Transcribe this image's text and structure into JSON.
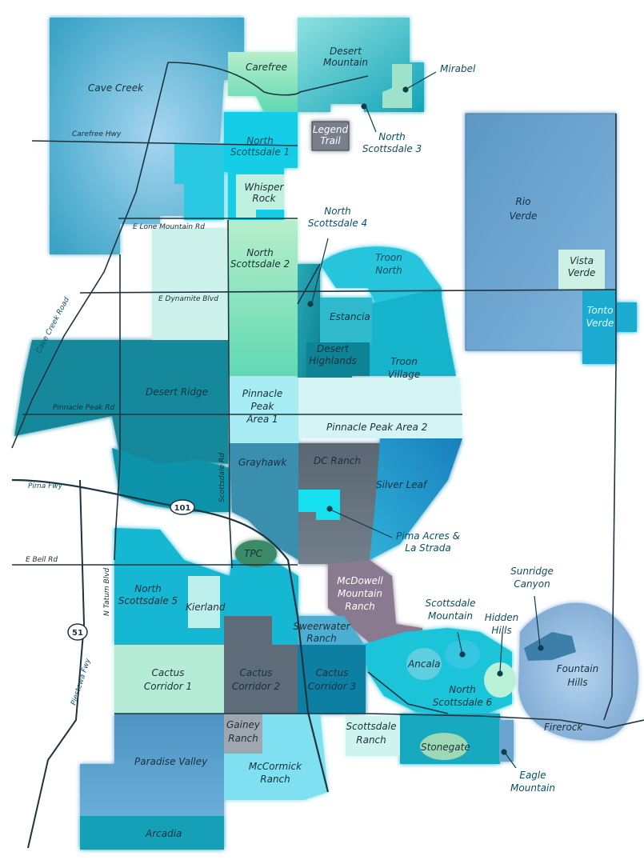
{
  "regions": [
    {
      "key": "cave_creek",
      "lines": [
        "Cave Creek"
      ]
    },
    {
      "key": "carefree",
      "lines": [
        "Carefree"
      ]
    },
    {
      "key": "desert_mountain",
      "lines": [
        "Desert",
        "Mountain"
      ]
    },
    {
      "key": "mirabel",
      "lines": [
        "Mirabel"
      ]
    },
    {
      "key": "legend_trail",
      "lines": [
        "Legend",
        "Trail"
      ]
    },
    {
      "key": "north_scottsdale_3",
      "lines": [
        "North",
        "Scottsdale 3"
      ]
    },
    {
      "key": "north_scottsdale_1",
      "lines": [
        "North",
        "Scottsdale 1"
      ]
    },
    {
      "key": "whisper_rock",
      "lines": [
        "Whisper",
        "Rock"
      ]
    },
    {
      "key": "rio_verde",
      "lines": [
        "Rio",
        "Verde"
      ]
    },
    {
      "key": "north_scottsdale_4",
      "lines": [
        "North",
        "Scottsdale 4"
      ]
    },
    {
      "key": "north_scottsdale_2",
      "lines": [
        "North",
        "Scottsdale 2"
      ]
    },
    {
      "key": "troon_north",
      "lines": [
        "Troon",
        "North"
      ]
    },
    {
      "key": "vista_verde",
      "lines": [
        "Vista",
        "Verde"
      ]
    },
    {
      "key": "tonto_verde",
      "lines": [
        "Tonto",
        "Verde"
      ]
    },
    {
      "key": "estancia",
      "lines": [
        "Estancia"
      ]
    },
    {
      "key": "desert_highlands",
      "lines": [
        "Desert",
        "Highlands"
      ]
    },
    {
      "key": "troon_village",
      "lines": [
        "Troon",
        "Village"
      ]
    },
    {
      "key": "desert_ridge",
      "lines": [
        "Desert Ridge"
      ]
    },
    {
      "key": "pinnacle_peak_area_1",
      "lines": [
        "Pinnacle",
        "Peak",
        "Area 1"
      ]
    },
    {
      "key": "pinnacle_peak_area_2",
      "lines": [
        "Pinnacle Peak Area 2"
      ]
    },
    {
      "key": "grayhawk",
      "lines": [
        "Grayhawk"
      ]
    },
    {
      "key": "dc_ranch",
      "lines": [
        "DC Ranch"
      ]
    },
    {
      "key": "silver_leaf",
      "lines": [
        "Silver Leaf"
      ]
    },
    {
      "key": "pima_acres",
      "lines": [
        "Pima Acres &",
        "La Strada"
      ]
    },
    {
      "key": "tpc",
      "lines": [
        "TPC"
      ]
    },
    {
      "key": "mcdowell_mountain_ranch",
      "lines": [
        "McDowell",
        "Mountain",
        "Ranch"
      ]
    },
    {
      "key": "sunridge_canyon",
      "lines": [
        "Sunridge",
        "Canyon"
      ]
    },
    {
      "key": "north_scottsdale_5",
      "lines": [
        "North",
        "Scottsdale 5"
      ]
    },
    {
      "key": "kierland",
      "lines": [
        "Kierland"
      ]
    },
    {
      "key": "scottsdale_mountain",
      "lines": [
        "Scottsdale",
        "Mountain"
      ]
    },
    {
      "key": "hidden_hills",
      "lines": [
        "Hidden",
        "Hills"
      ]
    },
    {
      "key": "sweerwater_ranch",
      "lines": [
        "Sweerwater",
        "Ranch"
      ]
    },
    {
      "key": "ancala",
      "lines": [
        "Ancala"
      ]
    },
    {
      "key": "fountain_hills",
      "lines": [
        "Fountain",
        "Hills"
      ]
    },
    {
      "key": "cactus_corridor_1",
      "lines": [
        "Cactus",
        "Corridor 1"
      ]
    },
    {
      "key": "cactus_corridor_2",
      "lines": [
        "Cactus",
        "Corridor 2"
      ]
    },
    {
      "key": "cactus_corridor_3",
      "lines": [
        "Cactus",
        "Corridor 3"
      ]
    },
    {
      "key": "north_scottsdale_6",
      "lines": [
        "North",
        "Scottsdale 6"
      ]
    },
    {
      "key": "firerock",
      "lines": [
        "Firerock"
      ]
    },
    {
      "key": "gainey_ranch",
      "lines": [
        "Gainey",
        "Ranch"
      ]
    },
    {
      "key": "scottsdale_ranch",
      "lines": [
        "Scottsdale",
        "Ranch"
      ]
    },
    {
      "key": "stonegate",
      "lines": [
        "Stonegate"
      ]
    },
    {
      "key": "paradise_valley",
      "lines": [
        "Paradise Valley"
      ]
    },
    {
      "key": "mccormick_ranch",
      "lines": [
        "McCormick",
        "Ranch"
      ]
    },
    {
      "key": "eagle_mountain",
      "lines": [
        "Eagle",
        "Mountain"
      ]
    },
    {
      "key": "arcadia",
      "lines": [
        "Arcadia"
      ]
    }
  ],
  "roads": [
    {
      "key": "carefree_hwy",
      "label": "Carefree Hwy"
    },
    {
      "key": "lone_mountain",
      "label": "E Lone Mountain Rd"
    },
    {
      "key": "dynamite",
      "label": "E Dynamite Blvd"
    },
    {
      "key": "cave_creek_road",
      "label": "Cave Creek Road"
    },
    {
      "key": "pinnacle_peak_rd",
      "label": "Pinnacle Peak Rd"
    },
    {
      "key": "pima_fwy",
      "label": "Pima Fwy"
    },
    {
      "key": "scottsdale_rd",
      "label": "Scottsdale Rd"
    },
    {
      "key": "bell_rd",
      "label": "E Bell Rd"
    },
    {
      "key": "tatum_blvd",
      "label": "N Tatum Blvd"
    },
    {
      "key": "piestewa_fwy",
      "label": "Piestewa Fwy"
    }
  ],
  "shields": [
    {
      "key": "loop_101",
      "label": "101"
    },
    {
      "key": "sr_51",
      "label": "51"
    }
  ],
  "colors": {
    "road": "#1e3440",
    "region_label": "#1d2f3a",
    "callout_label": "#0b4f62"
  }
}
